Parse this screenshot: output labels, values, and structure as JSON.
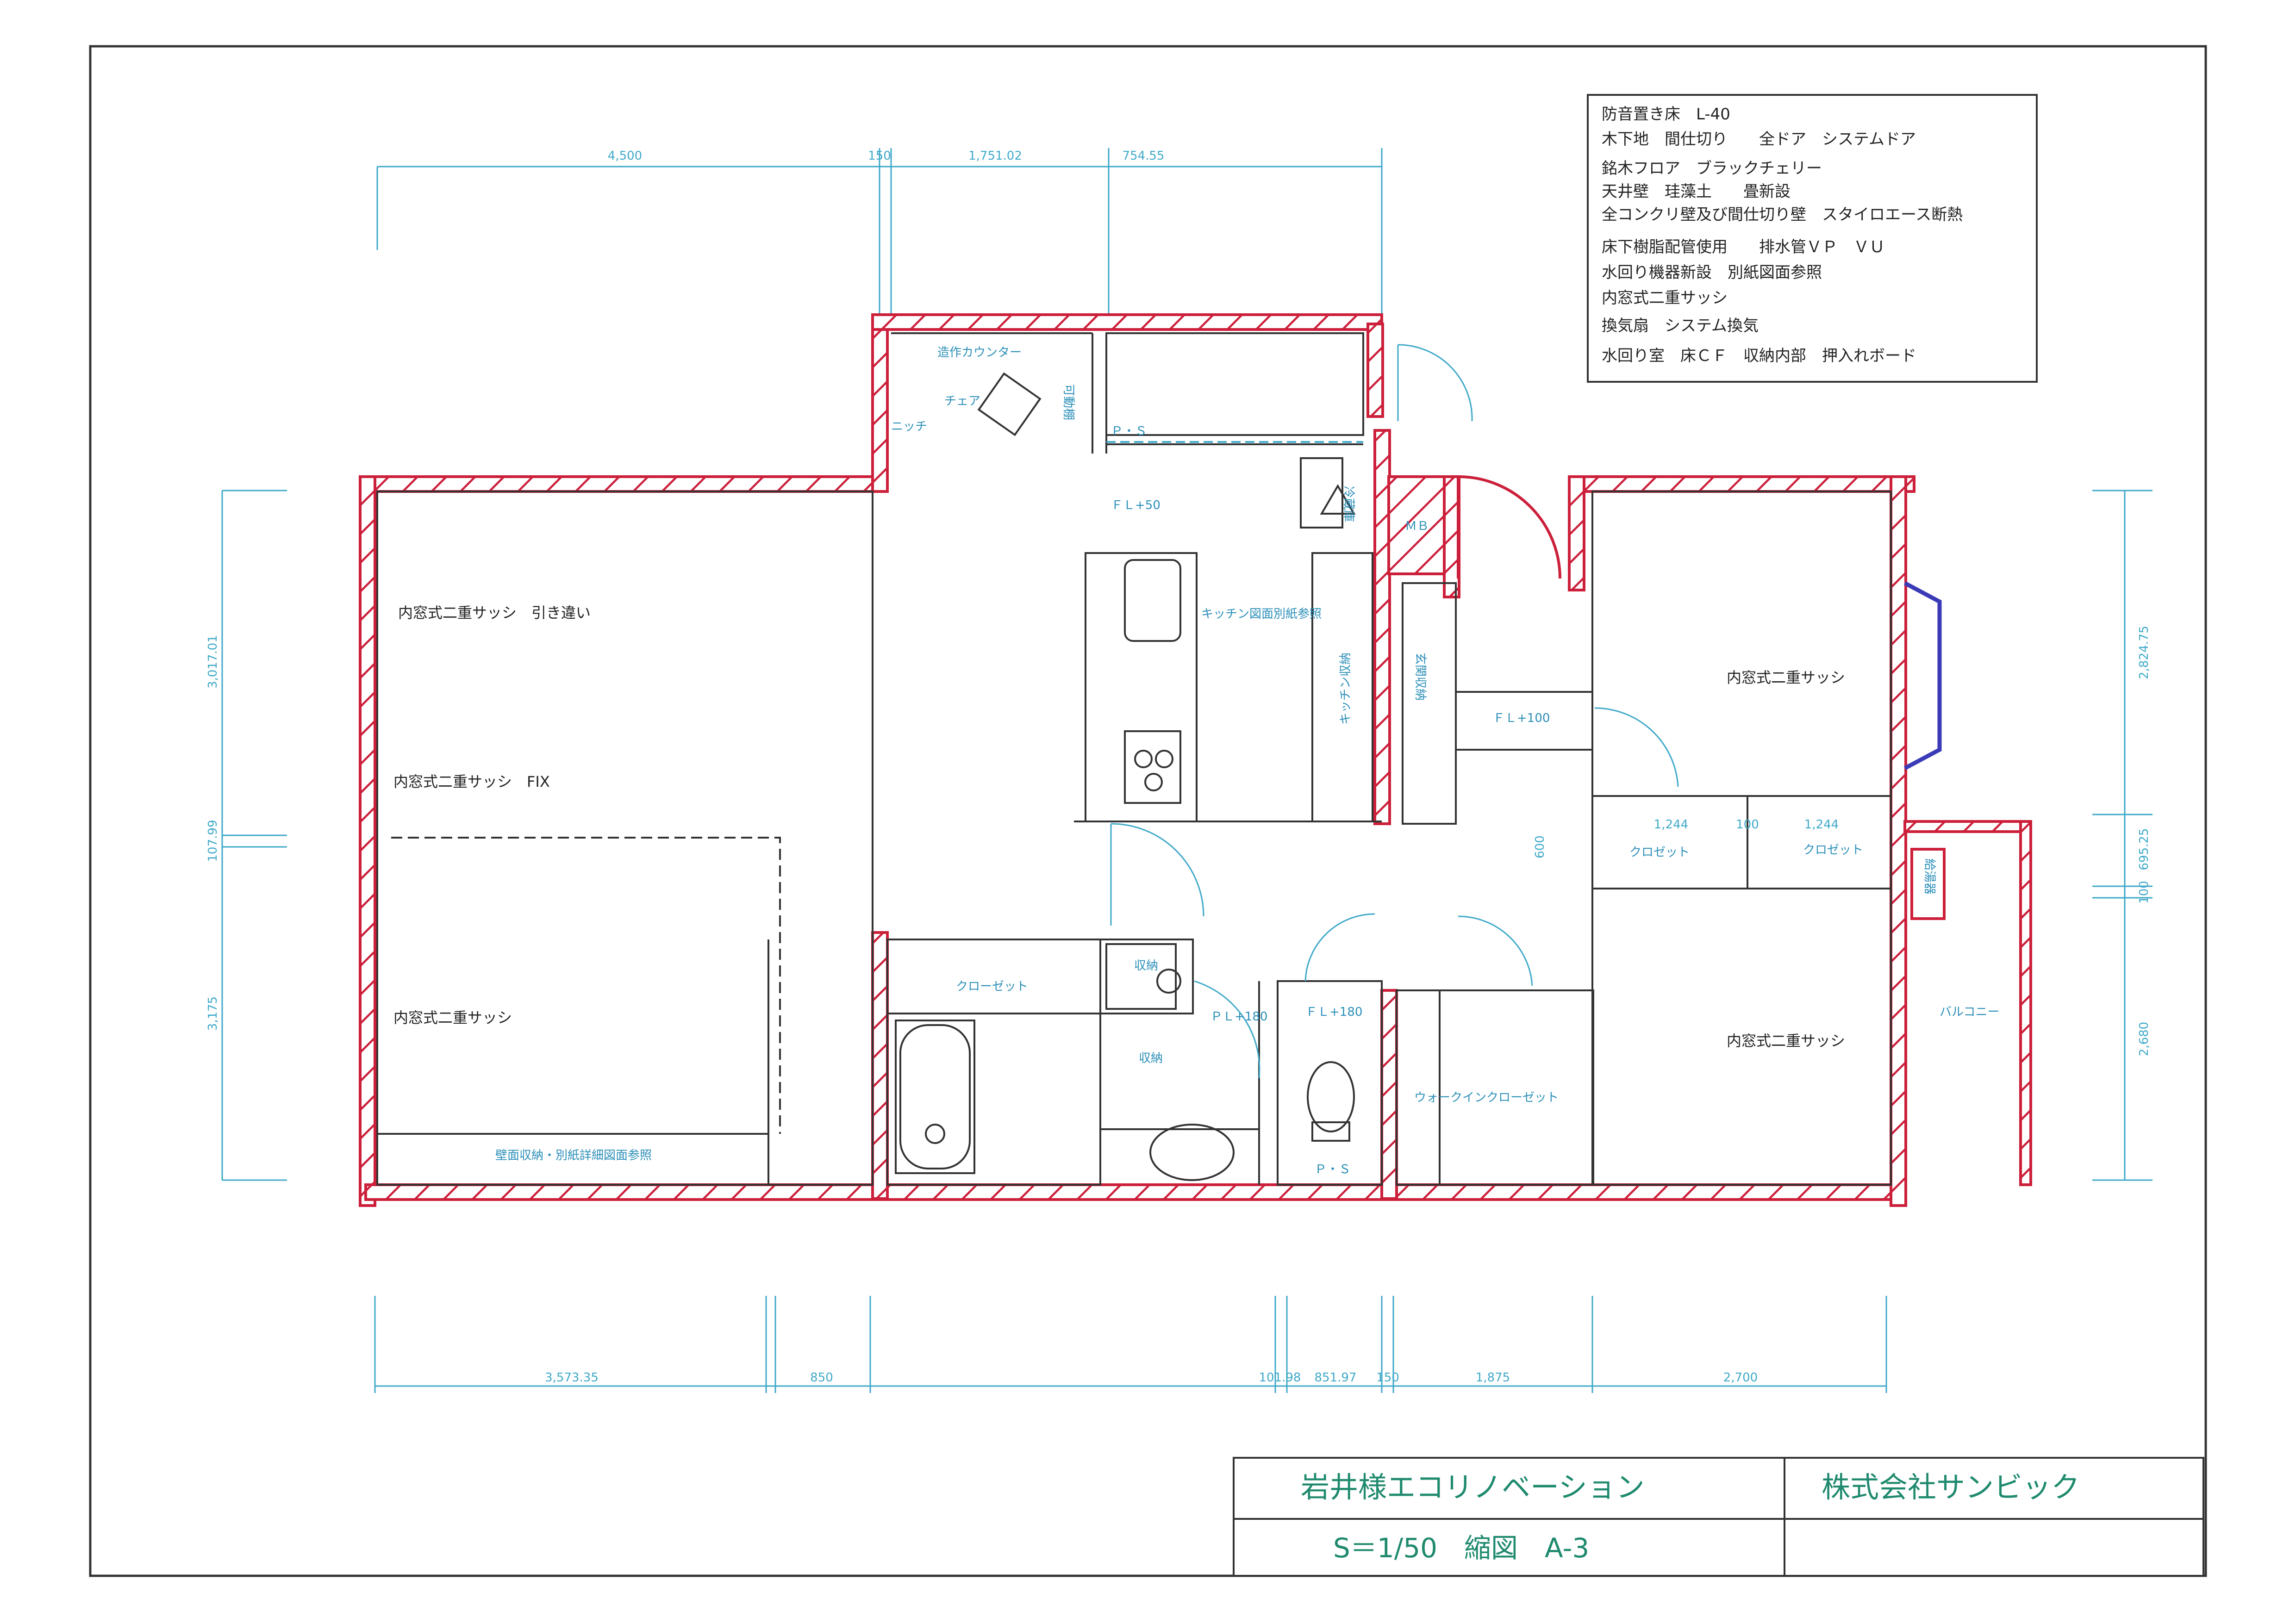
{
  "colors": {
    "wall": "#cc1f3a",
    "dim": "#3fa9c9",
    "label": "#2b8fb8",
    "ink": "#222222",
    "title": "#1f8a6e",
    "frame": "#333333"
  },
  "spec_notes": [
    "防音置き床　L-40",
    "木下地　間仕切り　　全ドア　システムドア",
    "銘木フロア　ブラックチェリー",
    "天井壁　珪藻土　　畳新設",
    "全コンクリ壁及び間仕切り壁　スタイロエース断熱",
    "床下樹脂配管使用　　排水管ＶＰ　ＶＵ",
    "水回り機器新設　別紙図面参照",
    "内窓式二重サッシ",
    "換気扇　システム換気",
    "水回り室　床ＣＦ　収納内部　押入れボード"
  ],
  "dims": {
    "top": [
      "4,500",
      "150",
      "1,751.02",
      "754.55"
    ],
    "bottom": [
      "3,573.35",
      "850",
      "101.98",
      "851.97",
      "150",
      "1,875",
      "2,700"
    ],
    "left": [
      "3,017.01",
      "107.99",
      "3,175"
    ],
    "right": [
      "2,824.75",
      "695.25",
      "100",
      "2,680"
    ],
    "inner": [
      "1,244",
      "100",
      "1,244",
      "600"
    ]
  },
  "room_labels": {
    "sash_sliding": "内窓式二重サッシ　引き違い",
    "sash_fix": "内窓式二重サッシ　FIX",
    "sash_lower": "内窓式二重サッシ",
    "sash_right_upper": "内窓式二重サッシ",
    "sash_right_lower": "内窓式二重サッシ",
    "wall_storage": "壁面収納・別紙詳細図面参照",
    "counter": "造作カウンター",
    "niche": "ニッチ",
    "chair": "チェア",
    "movable_shelf": "可動棚",
    "ps_top": "Ｐ・Ｓ",
    "ps_bottom": "Ｐ・Ｓ",
    "fl50": "ＦＬ+50",
    "fridge": "冷蔵庫",
    "mb": "ＭＢ",
    "kitchen_ref": "キッチン図面別紙参照",
    "kitchen_storage": "キッチン収納",
    "entry_storage": "玄関収納",
    "fl100": "ＦＬ+100",
    "closet_a": "クロゼット",
    "closet_b": "クロゼット",
    "closet_main": "クローゼット",
    "storage_small": "収納",
    "storage": "収納",
    "pl180": "ＰＬ+180",
    "fl180": "ＦＬ+180",
    "walkin": "ウォークインクローゼット",
    "balcony": "バルコニー",
    "water_heater": "給湯器"
  },
  "title_block": {
    "project": "岩井様エコリノベーション",
    "company": "株式会社サンビック",
    "scale": "S＝1/50　縮図　A-3"
  }
}
